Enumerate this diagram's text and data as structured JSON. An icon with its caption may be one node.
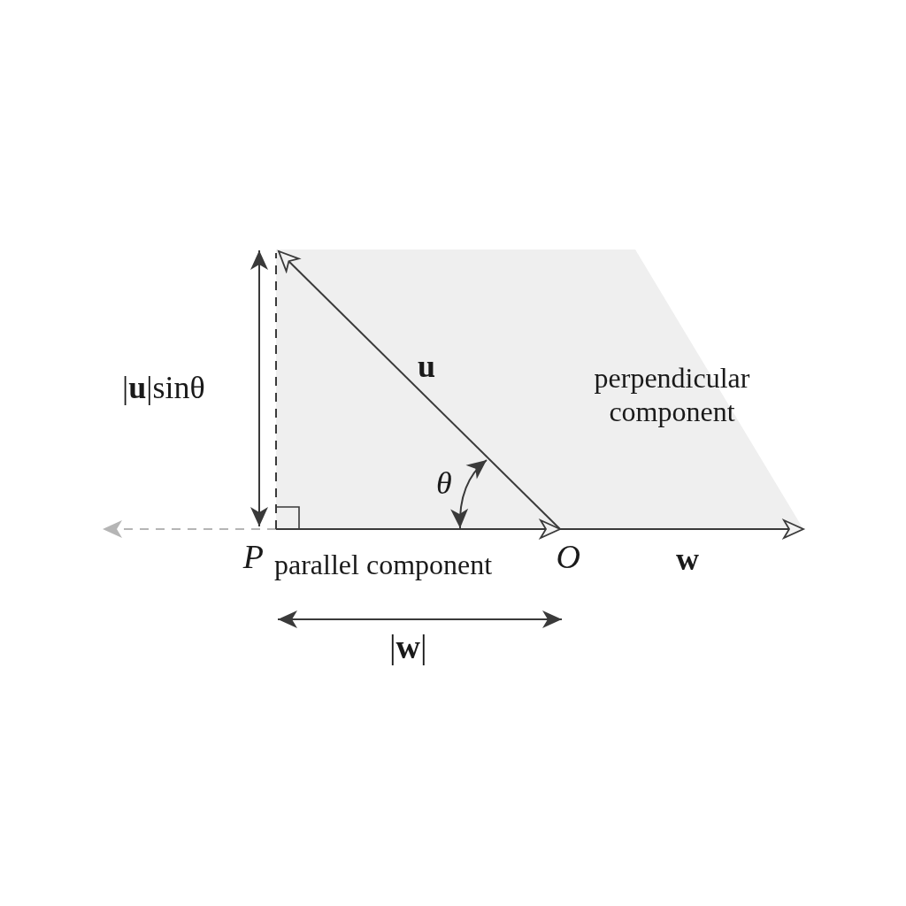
{
  "diagram": {
    "nodes": [
      {
        "text": [
          "P"
        ]
      },
      {
        "text": [
          "O"
        ]
      }
    ],
    "edges": [
      {
        "from": 0,
        "to": 1,
        "arrow": "to",
        "label": "parallel component"
      },
      {
        "from": 1,
        "to": null,
        "arrow": "to",
        "label": "w"
      },
      {
        "from": 1,
        "to": null,
        "arrow": "to",
        "label": "u"
      },
      {
        "from": 0,
        "to": null,
        "arrow": "to",
        "style": "dashed",
        "color": "#b5b5b5"
      },
      {
        "from": 0,
        "to": null,
        "arrow": "none",
        "style": "dashed"
      }
    ],
    "labels": [
      "|**u**|sinθ",
      "θ",
      "|**w**|",
      "perpendicular component"
    ]
  }
}
